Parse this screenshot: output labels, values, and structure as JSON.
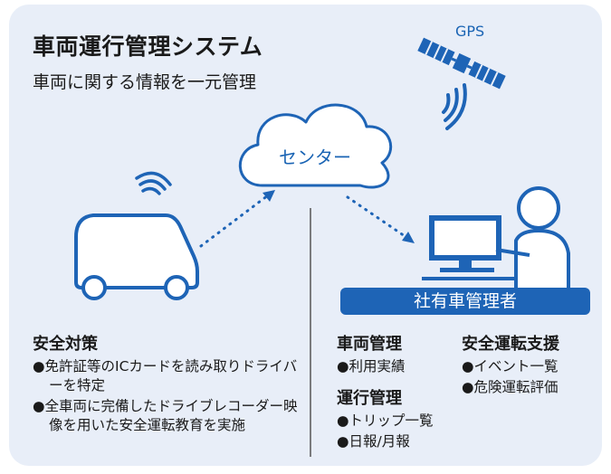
{
  "title": "車両運行管理システム",
  "subtitle": "車両に関する情報を一元管理",
  "gps_label": "GPS",
  "center_label": "センター",
  "admin_badge": "社有車管理者",
  "safety": {
    "heading": "安全対策",
    "items": [
      "●免許証等のICカードを読み取りドライバーを特定",
      "●全車両に完備したドライブレコーダー映像を用いた安全運転教育を実施"
    ]
  },
  "vehicle_mgmt": {
    "heading": "車両管理",
    "items": [
      "●利用実績"
    ]
  },
  "operation_mgmt": {
    "heading": "運行管理",
    "items": [
      "●トリップ一覧",
      "●日報/月報"
    ]
  },
  "safe_driving": {
    "heading": "安全運転支援",
    "items": [
      "●イベント一覧",
      "●危険運転評価"
    ]
  },
  "colors": {
    "accent": "#1e64b6",
    "panel_bg": "#e8eef8",
    "text": "#1a1a1a"
  }
}
